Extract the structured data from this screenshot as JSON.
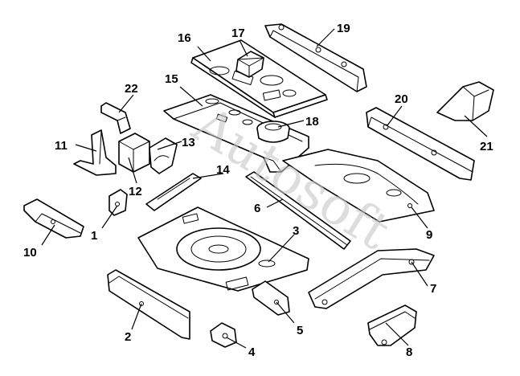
{
  "diagram": {
    "watermark": "Autosoft",
    "callouts": [
      {
        "id": "c1",
        "label": "1"
      },
      {
        "id": "c2",
        "label": "2"
      },
      {
        "id": "c3",
        "label": "3"
      },
      {
        "id": "c4",
        "label": "4"
      },
      {
        "id": "c5",
        "label": "5"
      },
      {
        "id": "c6",
        "label": "6"
      },
      {
        "id": "c7",
        "label": "7"
      },
      {
        "id": "c8",
        "label": "8"
      },
      {
        "id": "c9",
        "label": "9"
      },
      {
        "id": "c10",
        "label": "10"
      },
      {
        "id": "c11",
        "label": "11"
      },
      {
        "id": "c12",
        "label": "12"
      },
      {
        "id": "c13",
        "label": "13"
      },
      {
        "id": "c14",
        "label": "14"
      },
      {
        "id": "c15",
        "label": "15"
      },
      {
        "id": "c16",
        "label": "16"
      },
      {
        "id": "c17",
        "label": "17"
      },
      {
        "id": "c18",
        "label": "18"
      },
      {
        "id": "c19",
        "label": "19"
      },
      {
        "id": "c20",
        "label": "20"
      },
      {
        "id": "c21",
        "label": "21"
      },
      {
        "id": "c22",
        "label": "22"
      }
    ]
  }
}
